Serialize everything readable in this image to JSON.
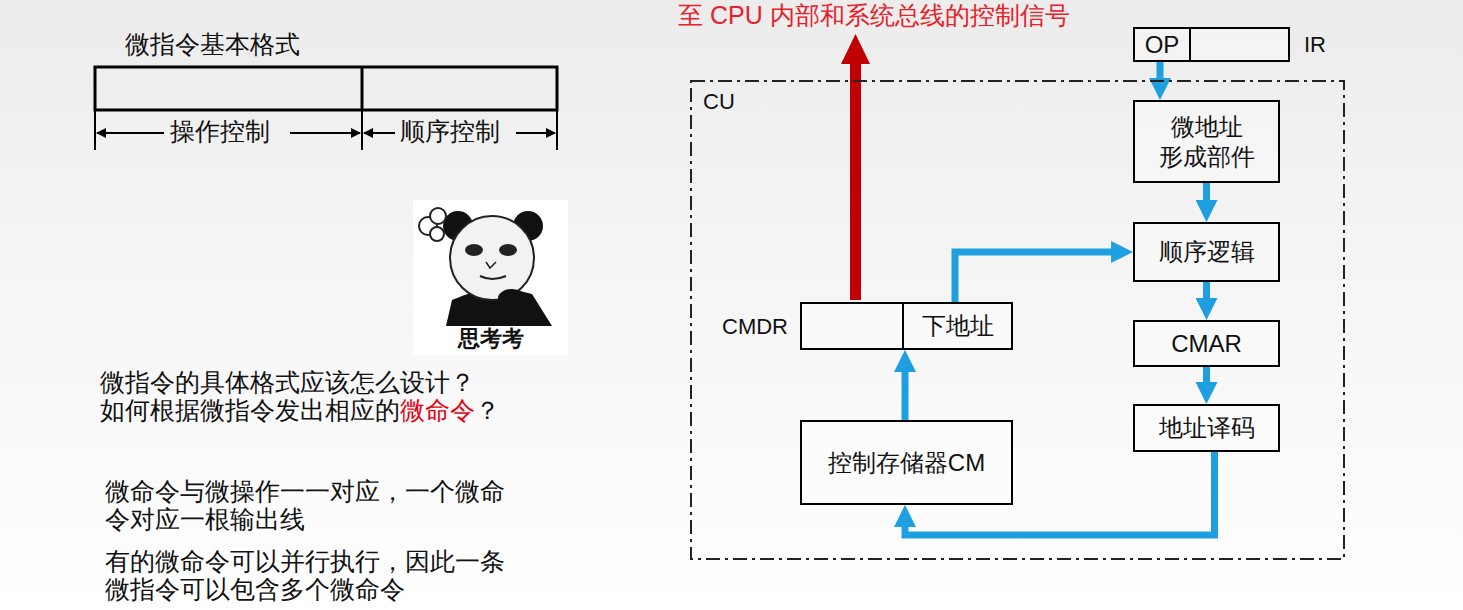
{
  "diagram": {
    "nodes": [
      {
        "text": [
          "OP",
          "IR"
        ]
      },
      {
        "text": [
          "CU"
        ]
      },
      {
        "text": [
          "微地址 形成部件"
        ],
        "in": 1
      },
      {
        "text": [
          "顺序逻辑"
        ],
        "in": 1
      },
      {
        "text": [
          "CMAR"
        ],
        "in": 1
      },
      {
        "text": [
          "地址译码"
        ],
        "in": 1
      },
      {
        "text": [
          "CMDR",
          "下地址"
        ],
        "in": 1
      },
      {
        "text": [
          "控制存储器CM"
        ],
        "in": 1
      }
    ],
    "edges": [
      {
        "from": 0,
        "to": 2,
        "arrow": "to"
      },
      {
        "from": 2,
        "to": 3,
        "arrow": "to"
      },
      {
        "from": 3,
        "to": 4,
        "arrow": "to"
      },
      {
        "from": 4,
        "to": 5,
        "arrow": "to"
      },
      {
        "from": 5,
        "to": 7,
        "arrow": "to"
      },
      {
        "from": 7,
        "to": 6,
        "arrow": "to"
      },
      {
        "from": 6,
        "to": 3,
        "arrow": "to"
      }
    ],
    "labels": [
      "微指令基本格式",
      "操作控制",
      "顺序控制",
      "思考考",
      "微指令的具体格式应该怎么设计？",
      "如何根据微指令发出相应的",
      "微命令",
      "？",
      "微命令与微操作一一对应，一个微命令对应一根输出线",
      "有的微命令可以并行执行，因此一条微指令可以包含多个微命令",
      "至 CPU 内部和系统总线的控制信号"
    ]
  }
}
